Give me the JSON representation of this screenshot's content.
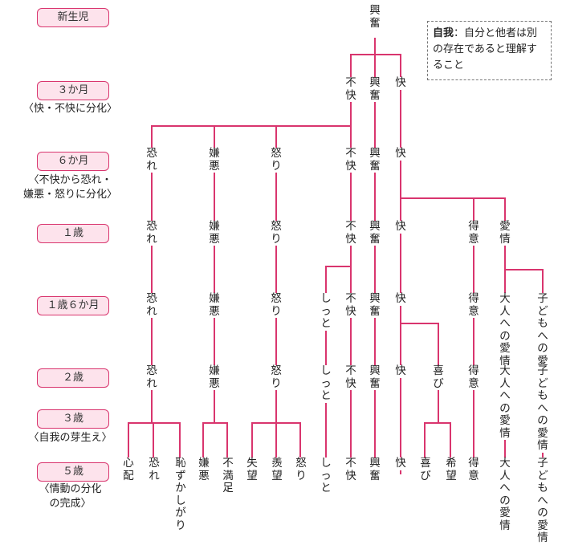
{
  "colors": {
    "line": "#d9356e",
    "badge_bg": "#fde3ec",
    "badge_border": "#d9356e"
  },
  "note": {
    "term": "自我",
    "text": "：自分と他者は別の存在であると理解すること"
  },
  "stages": [
    {
      "label": "新生児",
      "note": ""
    },
    {
      "label": "３か月",
      "note": "〈快・不快に分化〉"
    },
    {
      "label": "６か月",
      "note": "〈不快から恐れ・\n嫌悪・怒りに分化〉"
    },
    {
      "label": "１歳",
      "note": ""
    },
    {
      "label": "１歳６か月",
      "note": ""
    },
    {
      "label": "２歳",
      "note": ""
    },
    {
      "label": "３歳",
      "note": "〈自我の芽生え〉"
    },
    {
      "label": "５歳",
      "note": "〈情動の分化\nの完成〉"
    }
  ],
  "emotions": {
    "root": "興奮",
    "m3": [
      "不快",
      "興奮",
      "快"
    ],
    "m6": [
      "恐れ",
      "嫌悪",
      "怒り",
      "不快",
      "興奮",
      "快"
    ],
    "y1": [
      "恐れ",
      "嫌悪",
      "怒り",
      "不快",
      "興奮",
      "快",
      "得意",
      "愛情"
    ],
    "y1_6": [
      "恐れ",
      "嫌悪",
      "怒り",
      "しっと",
      "不快",
      "興奮",
      "快",
      "得意",
      "大人への愛情",
      "子どもへの愛情"
    ],
    "y2": [
      "恐れ",
      "嫌悪",
      "怒り",
      "しっと",
      "不快",
      "興奮",
      "快",
      "喜び",
      "得意",
      "大人への愛情",
      "子どもへの愛情"
    ],
    "y5": [
      "心配",
      "恐れ",
      "恥ずかしがり",
      "嫌悪",
      "不満足",
      "失望",
      "羨望",
      "怒り",
      "しっと",
      "不快",
      "興奮",
      "快",
      "喜び",
      "希望",
      "得意",
      "大人への愛情",
      "子どもへの愛情"
    ]
  }
}
